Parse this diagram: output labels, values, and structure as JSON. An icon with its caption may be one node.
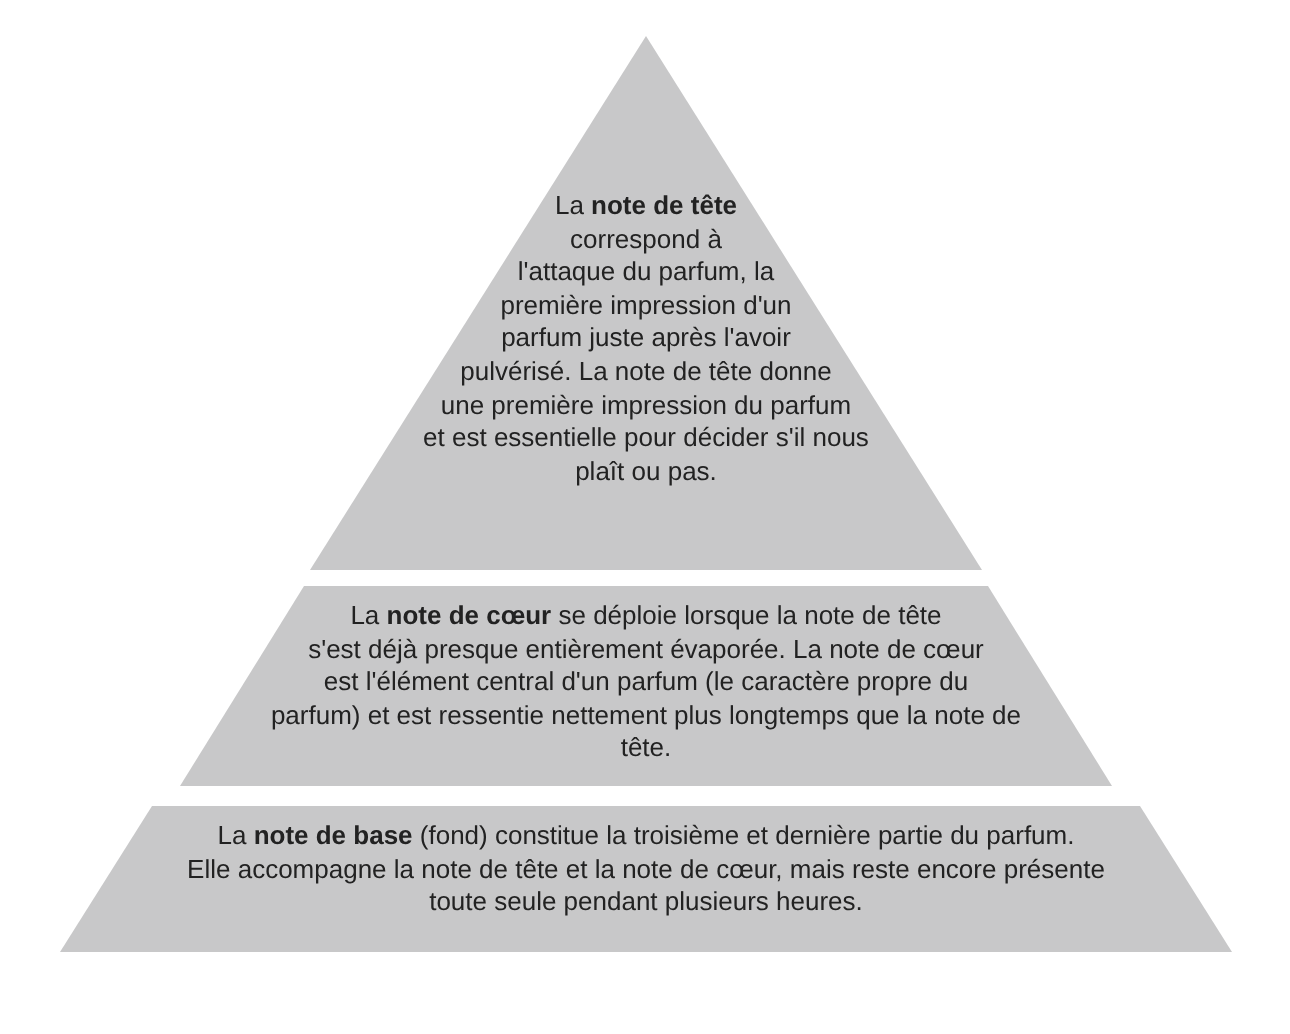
{
  "diagram": {
    "nodes": [
      {
        "text": [
          "La **note de tête** correspond à l'attaque du parfum, la première impression d'un parfum juste après l'avoir pulvérisé. La note de tête donne une première impression du parfum et est essentielle pour décider s'il nous plaît ou pas."
        ]
      },
      {
        "text": [
          "La **note de cœur** se déploie lorsque la note de tête s'est déjà presque entièrement évaporée. La note de cœur est l'élément central d'un parfum (le caractère propre du parfum) et est ressentie nettement plus longtemps que la note de tête."
        ]
      },
      {
        "text": [
          "La **note de base** (fond) constitue la troisième et dernière partie du parfum. Elle accompagne la note de tête et la note de cœur, mais reste encore présente toute seule pendant plusieurs heures."
        ]
      }
    ]
  }
}
